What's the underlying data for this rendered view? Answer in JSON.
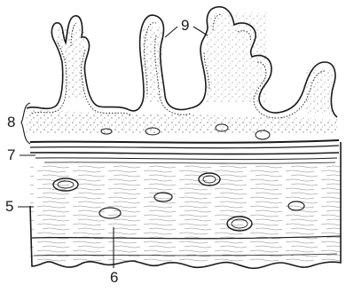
{
  "figure": {
    "labels": {
      "mucosa_label": "8",
      "muscularis_mucosae_label": "7",
      "villi_label": "9",
      "serosa_label": "5",
      "submucosa_label": "6"
    }
  }
}
